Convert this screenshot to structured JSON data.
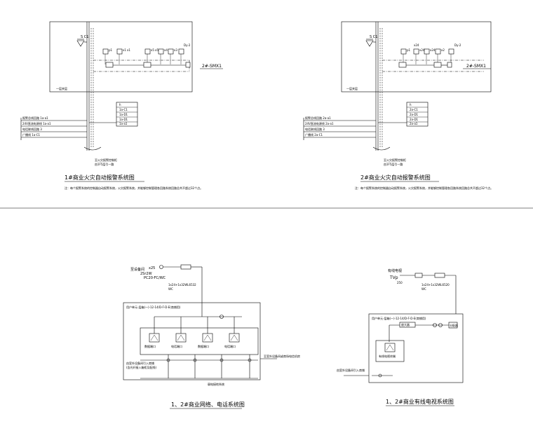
{
  "diagram_1": {
    "title": "1#商业火灾自动报警系统图",
    "note": "注：每个报警系统的控制器自动报警系统，火灾报警系统，并能够控制管理各回路系统回路总共不超过32个点。",
    "device_labels": [
      "S C1",
      "p1",
      "x1",
      "x1",
      "x5",
      "x5",
      "x4",
      "x3",
      "Dy-2",
      "D1"
    ],
    "module_label": "2#-SMX1",
    "floor_label": "一层夹层",
    "legend": [
      "h",
      "1a-C1",
      "1a-D1",
      "1a-D1",
      "1a-a1"
    ],
    "lines": [
      "报警总线回路 1a-a1",
      "24V直流电源线 1a-a1",
      "电话联线回路 3",
      "广播线 1a-C1"
    ],
    "bottom_note": [
      "至火灾报警控制柜",
      "由1F5层引一路"
    ]
  },
  "diagram_2": {
    "title": "2#商业火灾自动报警系统图",
    "note": "注：每个报警系统的控制器自动报警系统，火灾报警系统，并能够控制管理各回路系统回路总共不超过32个点。",
    "device_labels": [
      "S C1",
      "p1",
      "x24",
      "x24",
      "x24",
      "x2",
      "Dy-2",
      "D1"
    ],
    "module_label": "2#-SMX1",
    "floor_label": "一层夹层",
    "legend": [
      "h",
      "2a-C1",
      "2a-D1",
      "2a-D1",
      "2a-a1"
    ],
    "lines": [
      "报警总线回路 2a-a1",
      "24V直流电源线 2a-a1",
      "电话联线回路 3",
      "广播线 2a-C1"
    ],
    "bottom_note": [
      "至火灾报警控制柜",
      "由1F5层引一路"
    ]
  },
  "diagram_3": {
    "title": "1、2#商业网络、电话系统图",
    "top_labels": [
      "x25",
      "2Sr2W"
    ],
    "cable": [
      "PC20-FC/WC",
      "1x24+1x32WL6532",
      "WC"
    ],
    "panel_label": "用户单元-层箱(一)-12-14/D-F-D-E(商铺用)",
    "ports": [
      "数据端口",
      "电话端口",
      "数据端口",
      "电话端口"
    ],
    "right_label": "至室外设备间或商场电信机房",
    "left_note": [
      "由室外设备间引入商铺",
      "(含光纤接入箱柜及配线)"
    ],
    "bottom_label": "弱电接地系统",
    "source": "至设备间"
  },
  "diagram_4": {
    "title": "1、2#商业有线电视系统图",
    "top_labels": [
      "TVp",
      "250"
    ],
    "cable": [
      "1x24+1x32WL6520",
      "WC"
    ],
    "panel_label": "用户单元-层箱(一)-12-14/D-F-D-E(商铺用)",
    "right_box": "分配器",
    "inner_label": "有线电视终端",
    "amp_label": "放大器",
    "left_note": "由室外设备间引入商铺",
    "source": "有线电视"
  }
}
